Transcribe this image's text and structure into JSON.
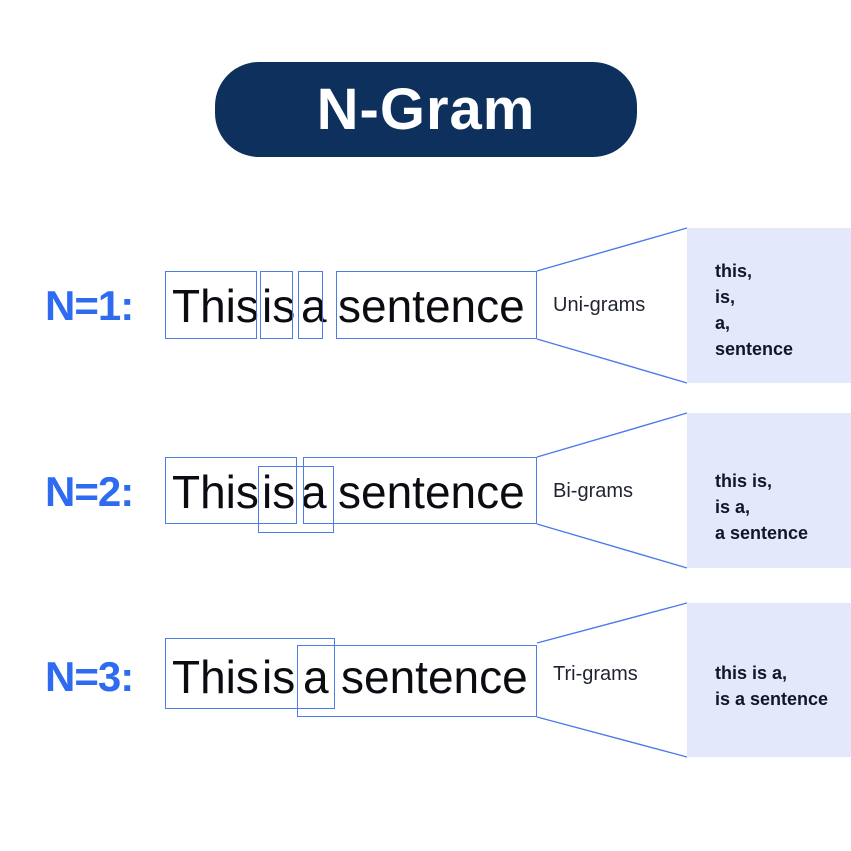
{
  "title": "N-Gram",
  "colors": {
    "title_bg": "#0d305c",
    "title_text": "#ffffff",
    "accent_blue": "#2e6bf0",
    "line_blue": "#4d7cea",
    "result_bg": "#e3e8fb",
    "text_dark": "#15152a"
  },
  "rows": [
    {
      "label": "N=1:",
      "words": [
        "This",
        "is",
        "a",
        "sentence"
      ],
      "gram_label": "Uni-grams",
      "results": [
        "this,",
        "is,",
        "a,",
        "sentence"
      ]
    },
    {
      "label": "N=2:",
      "words": [
        "This",
        "is",
        "a",
        "sentence"
      ],
      "gram_label": "Bi-grams",
      "results": [
        "this is,",
        "is a,",
        "a sentence"
      ]
    },
    {
      "label": "N=3:",
      "words": [
        "This",
        "is",
        "a",
        "sentence"
      ],
      "gram_label": "Tri-grams",
      "results": [
        "this is a,",
        "is a sentence"
      ]
    }
  ]
}
